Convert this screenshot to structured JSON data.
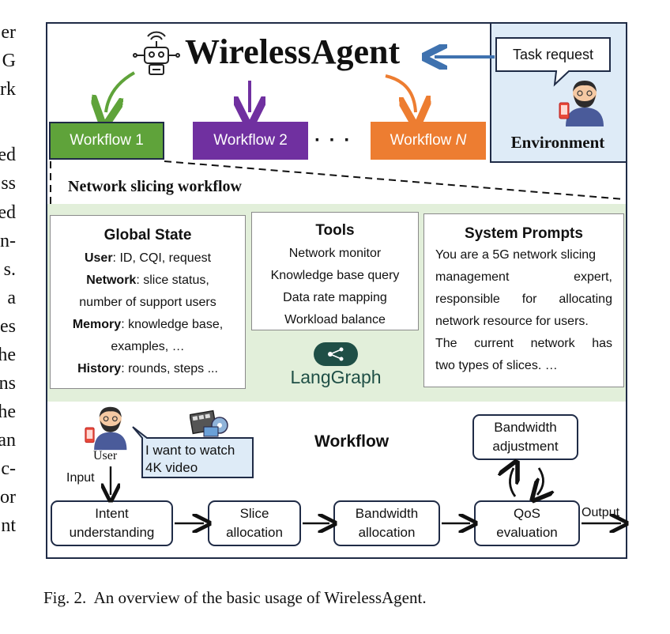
{
  "side_text_fragments": [
    "er",
    "G",
    "rk",
    "",
    "ed",
    "ss",
    "ed",
    "n-",
    "s.",
    "a",
    "es",
    "he",
    "ns",
    "he",
    "an",
    "c-",
    "or",
    "nt"
  ],
  "header": {
    "title": "WirelessAgent"
  },
  "environment": {
    "task_request": "Task request",
    "label": "Environment"
  },
  "workflows": {
    "w1": "Workflow 1",
    "w2": "Workflow 2",
    "ellipsis": "· · ·",
    "wn_prefix": "Workflow ",
    "wn_italic": "N"
  },
  "network_slicing": {
    "label": "Network slicing workflow"
  },
  "global_state": {
    "title": "Global State",
    "user_key": "User",
    "user_val": ": ID, CQI, request",
    "network_key": "Network",
    "network_val": ": slice status,",
    "network_line2": "number of support users",
    "memory_key": "Memory",
    "memory_val": ": knowledge base,",
    "memory_line2": "examples, …",
    "history_key": "History",
    "history_val": ": rounds, steps ..."
  },
  "tools": {
    "title": "Tools",
    "items": [
      "Network monitor",
      "Knowledge base query",
      "Data rate mapping",
      "Workload balance"
    ]
  },
  "langgraph": {
    "label": "LangGraph"
  },
  "system_prompts": {
    "title": "System Prompts",
    "lines": [
      [
        "You are a 5G network slicing"
      ],
      [
        "management",
        "expert,"
      ],
      [
        "responsible",
        "for",
        "allocating"
      ],
      [
        "network resource for users."
      ],
      [
        "The",
        "current",
        "network",
        "has"
      ],
      [
        "two types of slices. …"
      ]
    ]
  },
  "workflow_section": {
    "title": "Workflow",
    "user_label": "User",
    "speech_line1": "I want to watch",
    "speech_line2": "4K video",
    "input_label": "Input",
    "output_label": "Output",
    "intent_l1": "Intent",
    "intent_l2": "understanding",
    "slice_l1": "Slice",
    "slice_l2": "allocation",
    "bw_l1": "Bandwidth",
    "bw_l2": "allocation",
    "qos_l1": "QoS",
    "qos_l2": "evaluation",
    "adj_l1": "Bandwidth",
    "adj_l2": "adjustment"
  },
  "caption": "Fig. 2.  An overview of the basic usage of WirelessAgent.",
  "colors": {
    "workflow1": "#5fa33a",
    "workflow2": "#7030a0",
    "workflowN": "#ed7d31",
    "arrow_blue": "#3f72af",
    "env_bg": "#deebf7",
    "green_band": "#e2efda",
    "border": "#1f2b46"
  }
}
